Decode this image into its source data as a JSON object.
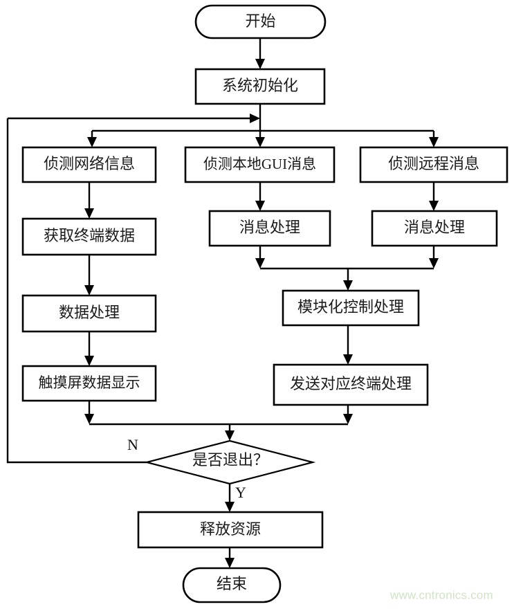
{
  "diagram": {
    "type": "flowchart",
    "orientation": "top-to-bottom",
    "language": "zh-CN",
    "background_color": "#ffffff",
    "line_color": "#000000",
    "text_color": "#1a1a1a",
    "nodes": {
      "start": {
        "label": "开始",
        "shape": "terminator"
      },
      "system_init": {
        "label": "系统初始化",
        "shape": "process"
      },
      "detect_network": {
        "label": "侦测网络信息",
        "shape": "process"
      },
      "detect_local_gui": {
        "label": "侦测本地GUI消息",
        "shape": "process"
      },
      "detect_remote": {
        "label": "侦测远程消息",
        "shape": "process"
      },
      "get_terminal_data": {
        "label": "获取终端数据",
        "shape": "process"
      },
      "msg_process_local": {
        "label": "消息处理",
        "shape": "process"
      },
      "msg_process_remote": {
        "label": "消息处理",
        "shape": "process"
      },
      "data_process": {
        "label": "数据处理",
        "shape": "process"
      },
      "modular_control": {
        "label": "模块化控制处理",
        "shape": "process"
      },
      "touch_display": {
        "label": "触摸屏数据显示",
        "shape": "process"
      },
      "send_to_terminal": {
        "label": "发送对应终端处理",
        "shape": "process"
      },
      "decision_exit": {
        "label": "是否退出？",
        "shape": "decision"
      },
      "release_resource": {
        "label": "释放资源",
        "shape": "process"
      },
      "end": {
        "label": "结束",
        "shape": "terminator"
      }
    },
    "branch_labels": {
      "no": "N",
      "yes": "Y"
    },
    "edges": [
      {
        "from": "start",
        "to": "system_init"
      },
      {
        "from": "system_init",
        "to": "detect_network"
      },
      {
        "from": "system_init",
        "to": "detect_local_gui"
      },
      {
        "from": "system_init",
        "to": "detect_remote"
      },
      {
        "from": "detect_network",
        "to": "get_terminal_data"
      },
      {
        "from": "get_terminal_data",
        "to": "data_process"
      },
      {
        "from": "data_process",
        "to": "touch_display"
      },
      {
        "from": "detect_local_gui",
        "to": "msg_process_local"
      },
      {
        "from": "detect_remote",
        "to": "msg_process_remote"
      },
      {
        "from": "msg_process_local",
        "to": "modular_control"
      },
      {
        "from": "msg_process_remote",
        "to": "modular_control"
      },
      {
        "from": "modular_control",
        "to": "send_to_terminal"
      },
      {
        "from": "touch_display",
        "to": "decision_exit"
      },
      {
        "from": "send_to_terminal",
        "to": "decision_exit"
      },
      {
        "from": "decision_exit",
        "to": "detect_network",
        "label": "N"
      },
      {
        "from": "decision_exit",
        "to": "release_resource",
        "label": "Y"
      },
      {
        "from": "release_resource",
        "to": "end"
      }
    ]
  },
  "watermark": {
    "text": "www.cntronics.com",
    "color": "#cfe3c4"
  }
}
